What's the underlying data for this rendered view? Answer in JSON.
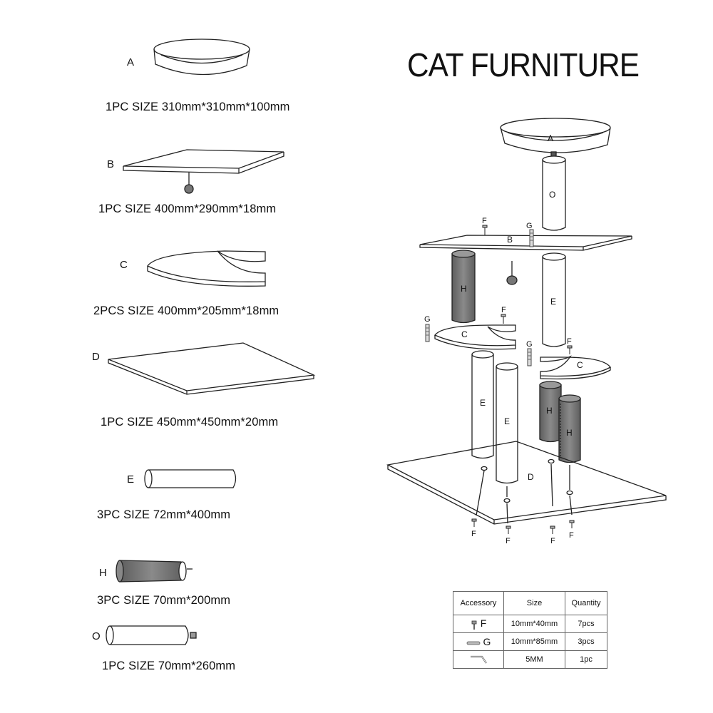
{
  "title": "CAT FURNITURE",
  "parts": [
    {
      "letter": "A",
      "spec": "1PC SIZE 310mm*310mm*100mm"
    },
    {
      "letter": "B",
      "spec": "1PC SIZE 400mm*290mm*18mm"
    },
    {
      "letter": "C",
      "spec": "2PCS SIZE 400mm*205mm*18mm"
    },
    {
      "letter": "D",
      "spec": "1PC SIZE 450mm*450mm*20mm"
    },
    {
      "letter": "E",
      "spec": "3PC SIZE 72mm*400mm"
    },
    {
      "letter": "H",
      "spec": "3PC SIZE 70mm*200mm"
    },
    {
      "letter": "O",
      "spec": "1PC SIZE 70mm*260mm"
    }
  ],
  "assembly_labels": {
    "A": "A",
    "O": "O",
    "B": "B",
    "C": "C",
    "D": "D",
    "E": "E",
    "H": "H",
    "F": "F",
    "G": "G"
  },
  "accessories": {
    "headers": {
      "accessory": "Accessory",
      "size": "Size",
      "quantity": "Quantity"
    },
    "rows": [
      {
        "letter": "F",
        "icon": "screw-icon",
        "size": "10mm*40mm",
        "quantity": "7pcs"
      },
      {
        "letter": "G",
        "icon": "bolt-icon",
        "size": "10mm*85mm",
        "quantity": "3pcs"
      },
      {
        "letter": "",
        "icon": "allen-key-icon",
        "size": "5MM",
        "quantity": "1pc"
      }
    ]
  },
  "colors": {
    "post_dark": "#707070",
    "line": "#222222"
  }
}
